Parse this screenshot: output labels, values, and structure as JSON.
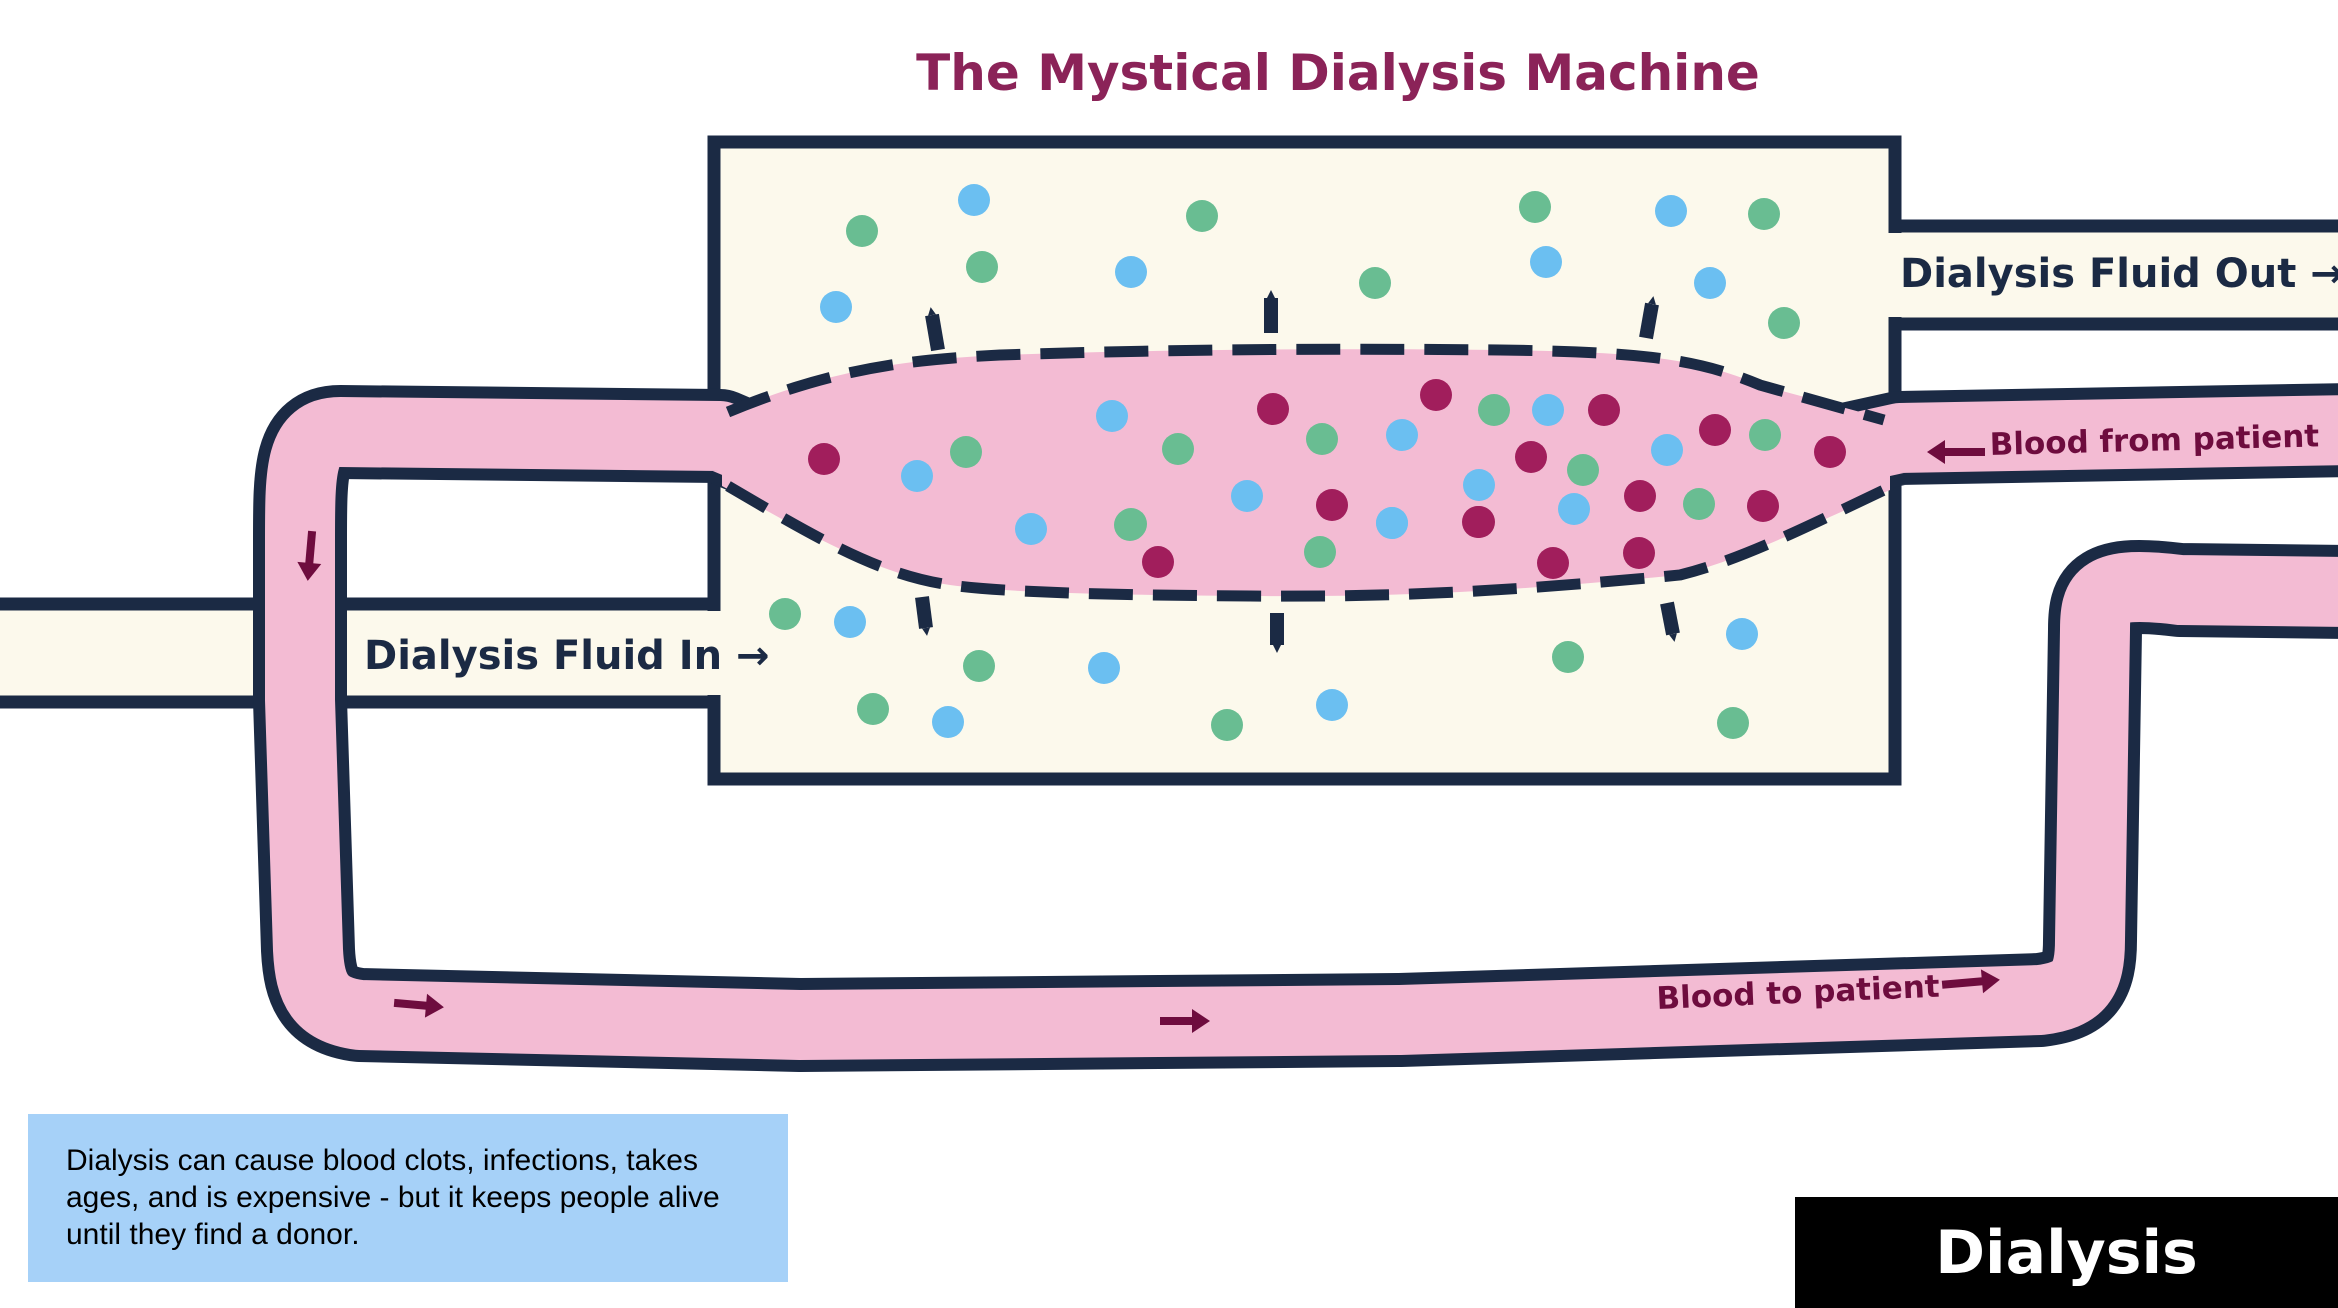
{
  "title": "The Mystical Dialysis Machine",
  "labels": {
    "fluid_in": "Dialysis Fluid In →",
    "fluid_out": "Dialysis Fluid Out →",
    "blood_from_patient": "Blood from patient",
    "blood_to_patient": "Blood to patient"
  },
  "note": "Dialysis can cause blood clots, infections, takes ages, and is expensive - but it keeps people alive until they find a donor.",
  "slide_tag": "Dialysis",
  "colors": {
    "title": "#8b2358",
    "outline": "#1b2a44",
    "fluid": "#fcf9ec",
    "blood": "#f3bbd3",
    "particle_green": "#69bd92",
    "particle_blue": "#6bbff1",
    "particle_magenta": "#a11e5c",
    "blood_arrow": "#6e0c3e",
    "note_background": "#a6d1f8",
    "tag_background": "#000000",
    "tag_text": "#ffffff"
  },
  "icons": {
    "flow_arrow": "arrow-icon",
    "particle": "particle-dot-icon"
  }
}
